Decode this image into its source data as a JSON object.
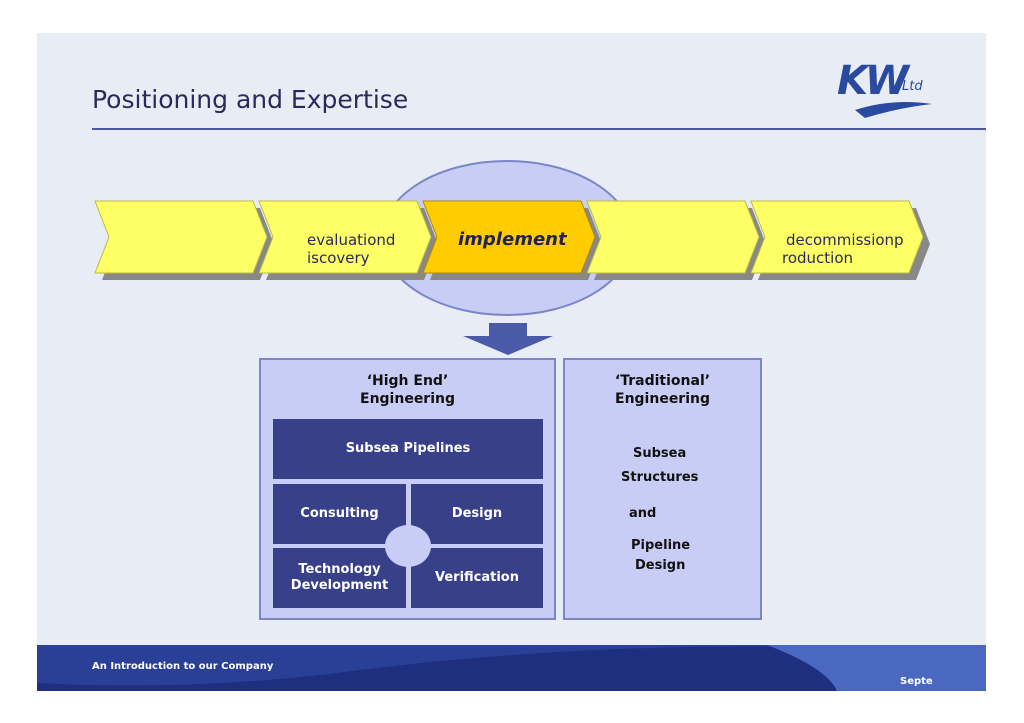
{
  "slide": {
    "title": "Positioning and Expertise",
    "logo": {
      "main": "KW",
      "suffix": "Ltd"
    }
  },
  "stages": [
    {
      "label": ""
    },
    {
      "label_line1": "evaluationd",
      "label_line2": "iscovery"
    },
    {
      "label": "implement",
      "highlighted": true
    },
    {
      "label": ""
    },
    {
      "label_line1": "decommissionp",
      "label_line2": "roduction"
    }
  ],
  "panels": {
    "high_end": {
      "heading_line1": "‘High End’",
      "heading_line2": "Engineering",
      "top_box": "Subsea Pipelines",
      "cells": [
        "Consulting",
        "Design",
        "Technology Development",
        "Verification"
      ]
    },
    "traditional": {
      "heading_line1": "‘Traditional’",
      "heading_line2": "Engineering",
      "lines": [
        "Subsea",
        "Structures",
        "and",
        "Pipeline",
        "Design"
      ]
    }
  },
  "footer": {
    "left_text": "An Introduction to our Company",
    "right_text": "Septe"
  },
  "colors": {
    "arrow_yellow": "#ffff66",
    "arrow_highlight": "#ffcc00",
    "panel_fill": "#c8cdf5",
    "box_fill": "#38408a",
    "ellipse_fill": "#c8cdf5",
    "footer_blue": "#1e2f80"
  }
}
